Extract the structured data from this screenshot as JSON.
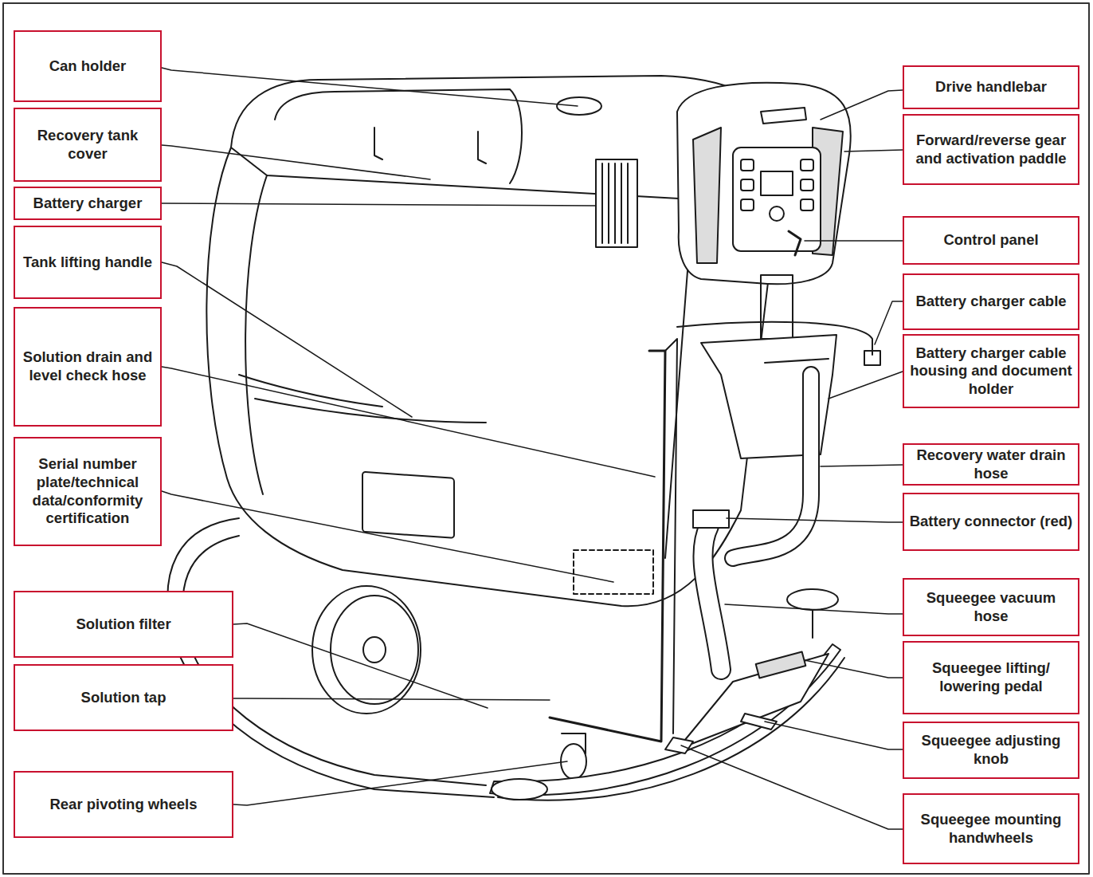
{
  "diagram": {
    "nodes": [
      {
        "text": [
          "Can holder"
        ]
      },
      {
        "text": [
          "Recovery tank cover"
        ]
      },
      {
        "text": [
          "Battery charger"
        ]
      },
      {
        "text": [
          "Tank lifting handle"
        ]
      },
      {
        "text": [
          "Solution drain and level check hose"
        ]
      },
      {
        "text": [
          "Serial number plate/technical data/conformity certification"
        ]
      },
      {
        "text": [
          "Solution filter"
        ]
      },
      {
        "text": [
          "Solution tap"
        ]
      },
      {
        "text": [
          "Rear pivoting wheels"
        ]
      },
      {
        "text": [
          "Drive handlebar"
        ]
      },
      {
        "text": [
          "Forward/reverse gear and activation paddle"
        ]
      },
      {
        "text": [
          "Control panel"
        ]
      },
      {
        "text": [
          "Battery charger cable"
        ]
      },
      {
        "text": [
          "Battery charger cable housing and document holder"
        ]
      },
      {
        "text": [
          "Recovery water drain hose"
        ]
      },
      {
        "text": [
          "Battery connector (red)"
        ]
      },
      {
        "text": [
          "Squeegee vacuum hose"
        ]
      },
      {
        "text": [
          "Squeegee lifting/ lowering pedal"
        ]
      },
      {
        "text": [
          "Squeegee adjusting knob"
        ]
      },
      {
        "text": [
          "Squeegee mounting handwheels"
        ]
      }
    ]
  }
}
